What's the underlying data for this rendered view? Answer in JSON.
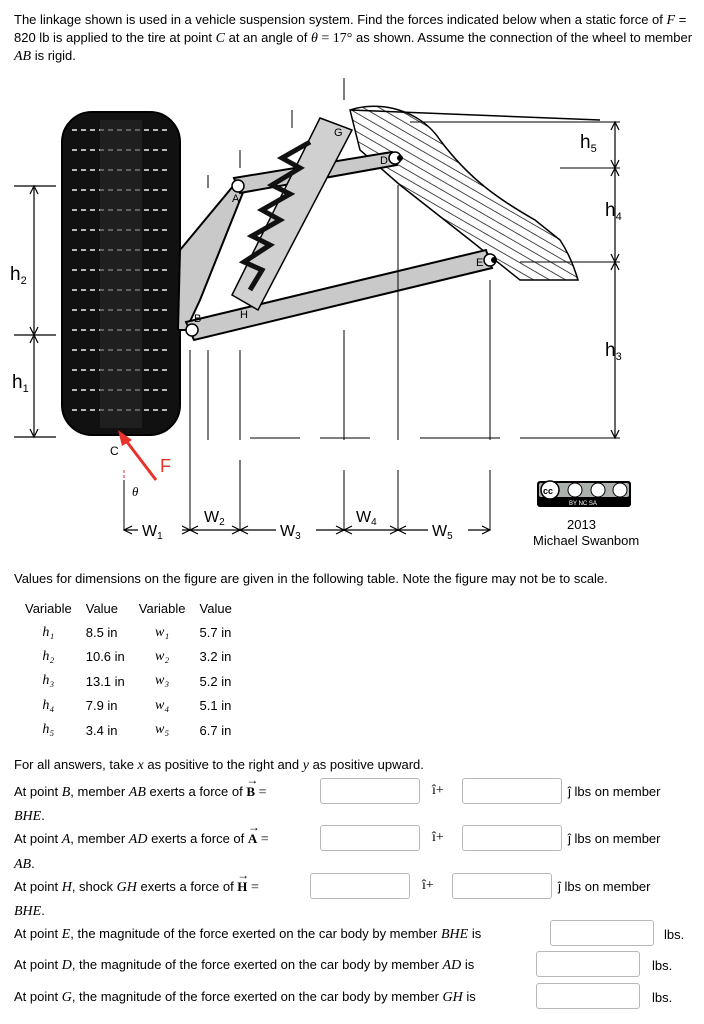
{
  "prompt": {
    "part1": "The linkage shown is used in a vehicle suspension system. Find the forces indicated below when a static force of ",
    "F_sym": "F",
    "eq1": " = 820 lb is applied to the tire at point ",
    "C_sym": "C",
    "part2": " at an angle of ",
    "theta": "θ",
    "eq2": " = 17°",
    "part3": " as shown. Assume the connection of the wheel to member ",
    "AB": "AB",
    "part4": " is rigid."
  },
  "figure": {
    "labels": {
      "G": "G",
      "D": "D",
      "A": "A",
      "E": "E",
      "B": "B",
      "H": "H",
      "C": "C",
      "F": "F",
      "theta": "θ",
      "h1": "h",
      "h1s": "1",
      "h2": "h",
      "h2s": "2",
      "h3": "h",
      "h3s": "3",
      "h4": "h",
      "h4s": "4",
      "h5": "h",
      "h5s": "5",
      "w1": "W",
      "w1s": "1",
      "w2": "W",
      "w2s": "2",
      "w3": "W",
      "w3s": "3",
      "w4": "W",
      "w4s": "4",
      "w5": "W",
      "w5s": "5"
    },
    "license": {
      "cc": "cc",
      "tags": "BY   NC   SA",
      "year": "2013",
      "author": "Michael Swanbom"
    }
  },
  "table_note": "Values for dimensions on the figure are given in the following table. Note the figure may not be to scale.",
  "table": {
    "headers": [
      "Variable",
      "Value",
      "Variable",
      "Value"
    ],
    "rows": [
      [
        "h₁",
        "8.5 in",
        "w₁",
        "5.7 in"
      ],
      [
        "h₂",
        "10.6 in",
        "w₂",
        "3.2 in"
      ],
      [
        "h₃",
        "13.1 in",
        "w₃",
        "5.2 in"
      ],
      [
        "h₄",
        "7.9 in",
        "w₄",
        "5.1 in"
      ],
      [
        "h₅",
        "3.4 in",
        "w₅",
        "6.7 in"
      ]
    ]
  },
  "sign_note": {
    "a": "For all answers, take ",
    "x": "x",
    "b": " as positive to the right and ",
    "y": "y",
    "c": " as positive upward."
  },
  "questions": {
    "q1": {
      "a": "At point ",
      "pt": "B",
      "b": ", member ",
      "mem": "AB",
      "c": " exerts a force of ",
      "vec": "B",
      "eq": "=",
      "i": "î+",
      "j": "ĵ lbs on member",
      "tail": "BHE",
      "dot": "."
    },
    "q2": {
      "a": "At point ",
      "pt": "A",
      "b": ", member ",
      "mem": "AD",
      "c": " exerts a force of ",
      "vec": "A",
      "eq": "=",
      "i": "î+",
      "j": "ĵ lbs on member",
      "tail": "AB",
      "dot": "."
    },
    "q3": {
      "a": "At point ",
      "pt": "H",
      "b": ", shock ",
      "mem": "GH",
      "c": " exerts a force of ",
      "vec": "H",
      "eq": "=",
      "i": "î+",
      "j": "ĵ lbs on member",
      "tail": "BHE",
      "dot": "."
    },
    "q4": {
      "a": "At point ",
      "pt": "E",
      "b": ", the magnitude of the force exerted on the car body by member ",
      "mem": "BHE",
      "c": " is",
      "unit": "lbs."
    },
    "q5": {
      "a": "At point ",
      "pt": "D",
      "b": ", the magnitude of the force exerted on the car body by member ",
      "mem": "AD",
      "c": " is",
      "unit": "lbs."
    },
    "q6": {
      "a": "At point ",
      "pt": "G",
      "b": ", the magnitude of the force exerted on the car body by member ",
      "mem": "GH",
      "c": " is",
      "unit": "lbs."
    }
  },
  "answers": {
    "Bx": "",
    "By": "",
    "Ax": "",
    "Ay": "",
    "Hx": "",
    "Hy": "",
    "E": "",
    "D": "",
    "G": ""
  }
}
